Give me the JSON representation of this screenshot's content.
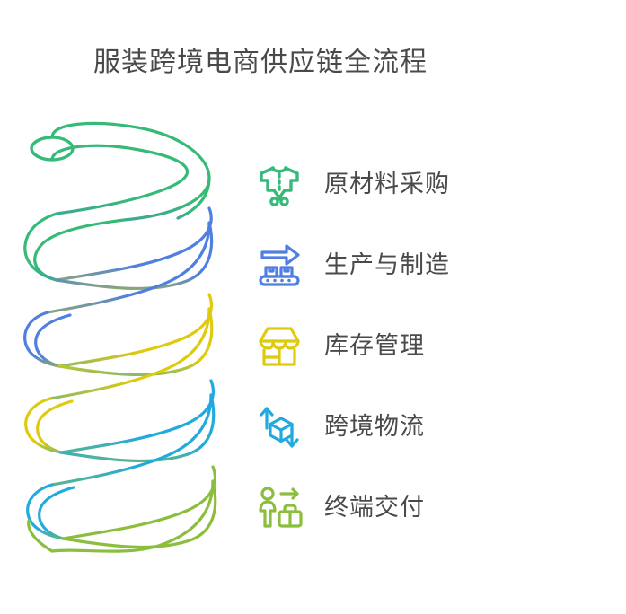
{
  "title": "服装跨境电商供应链全流程",
  "title_color": "#4a4a4a",
  "background_color": "#ffffff",
  "spiral": {
    "name": "supply-chain-coil",
    "turns": 5,
    "segment_colors": [
      "#35ba78",
      "#4f7fe0",
      "#dfca0e",
      "#21aadd",
      "#8cbe3e"
    ]
  },
  "steps": [
    {
      "index": 1,
      "label": "原材料采购",
      "icon": "tshirt-scissors-icon",
      "color": "#35ba78"
    },
    {
      "index": 2,
      "label": "生产与制造",
      "icon": "conveyor-belt-arrow-icon",
      "color": "#4f7fe0"
    },
    {
      "index": 3,
      "label": "库存管理",
      "icon": "storefront-warehouse-icon",
      "color": "#dfca0e"
    },
    {
      "index": 4,
      "label": "跨境物流",
      "icon": "box-up-down-arrows-icon",
      "color": "#21aadd"
    },
    {
      "index": 5,
      "label": "终端交付",
      "icon": "person-suitcase-arrow-icon",
      "color": "#8cbe3e"
    }
  ]
}
